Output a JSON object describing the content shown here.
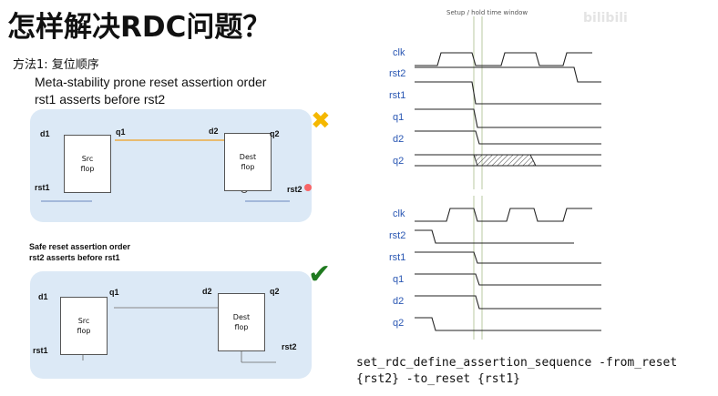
{
  "slide": {
    "title": "怎样解决RDC问题？",
    "method": "方法1:   复位顺序",
    "desc_line1": "Meta-stability prone reset assertion order",
    "desc_line2": "rst1 asserts before rst2",
    "safe_line1": "Safe reset assertion order",
    "safe_line2": "rst2 asserts before rst1",
    "watermark": "bilibili"
  },
  "diagram_top": {
    "src_label": "Src\nflop",
    "dest_label": "Dest\nflop",
    "d1": "d1",
    "q1": "q1",
    "d2": "d2",
    "q2": "q2",
    "rst1": "rst1",
    "rst2": "rst2",
    "mark": "✖"
  },
  "diagram_bottom": {
    "src_label": "Src\nflop",
    "dest_label": "Dest\nflop",
    "d1": "d1",
    "q1": "q1",
    "d2": "d2",
    "q2": "q2",
    "rst1": "rst1",
    "rst2": "rst2",
    "mark": "✔"
  },
  "waveform_top": {
    "setup_label": "Setup / hold time window",
    "signals": [
      "clk",
      "rst2",
      "rst1",
      "q1",
      "d2",
      "q2"
    ]
  },
  "waveform_bottom": {
    "signals": [
      "clk",
      "rst2",
      "rst1",
      "q1",
      "d2",
      "q2"
    ]
  },
  "command": {
    "line1": "set_rdc_define_assertion_sequence -from_reset",
    "line2": "{rst2} -to_reset {rst1}"
  },
  "colors": {
    "panel": "#dce9f6",
    "signal_label": "#2a57b3",
    "cross": "#f5b800",
    "check": "#1f7a1f",
    "orange_wire": "#f0a020"
  }
}
